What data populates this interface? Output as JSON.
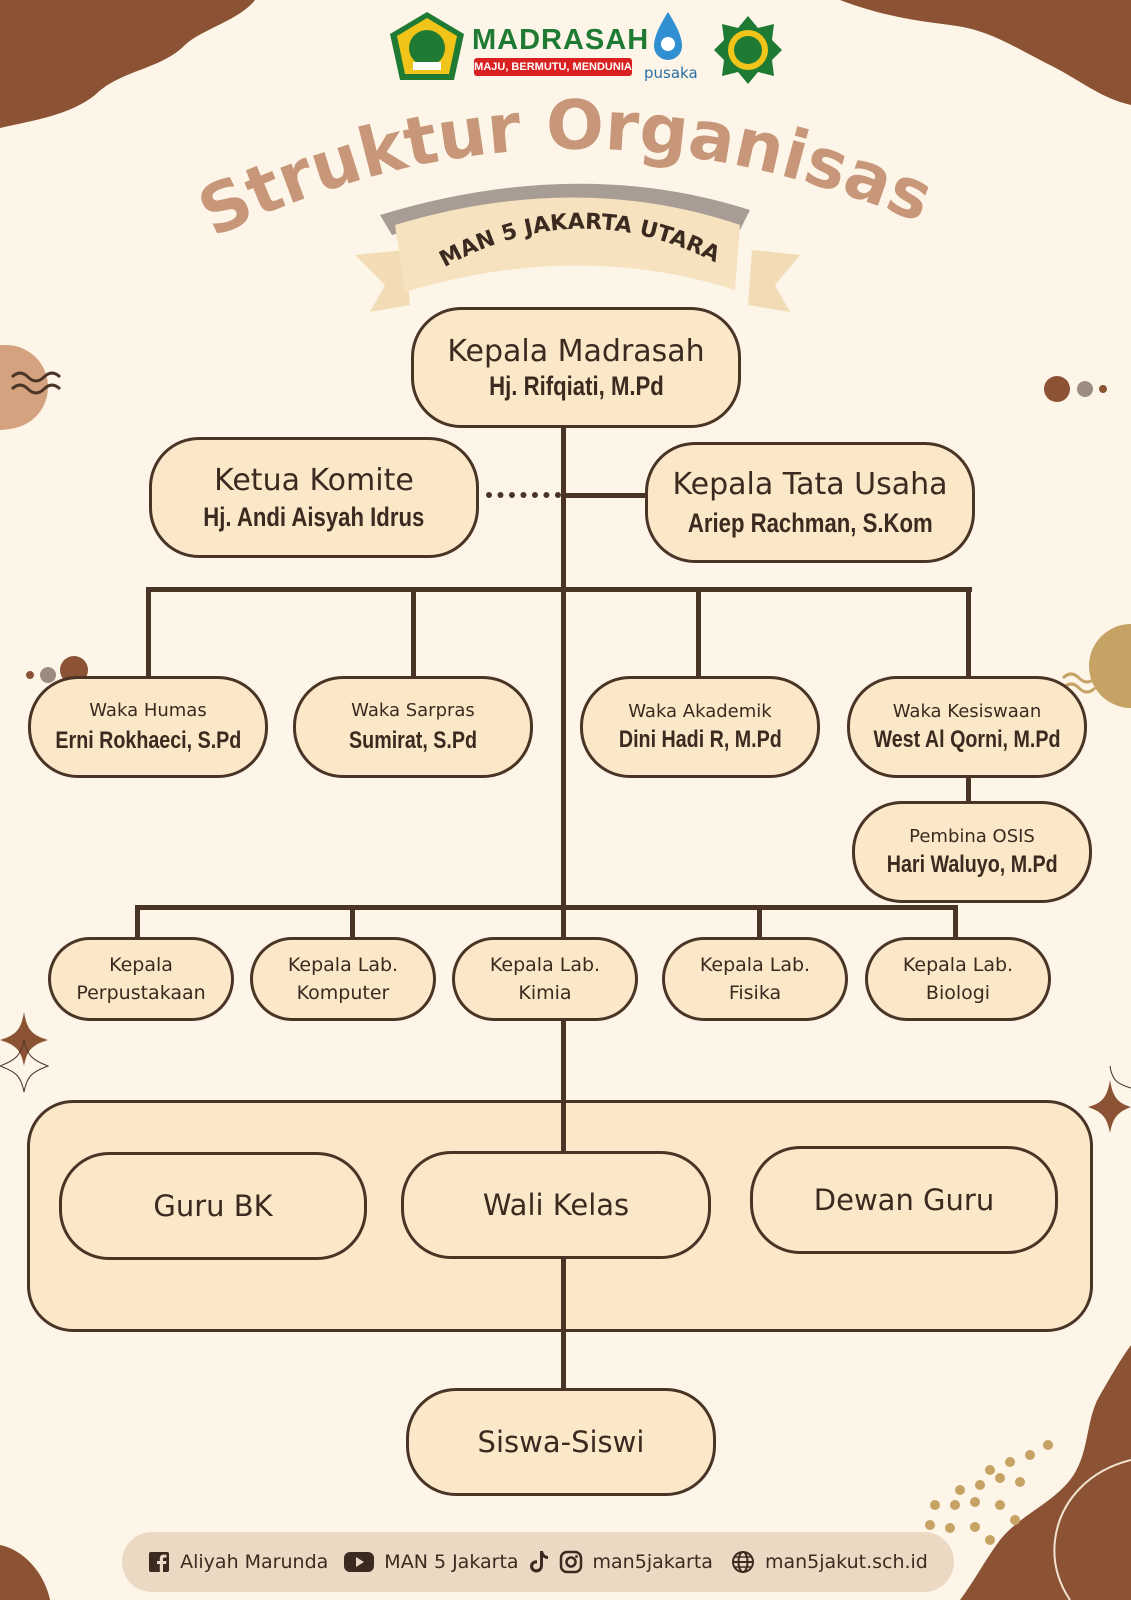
{
  "header": {
    "logo_madrasah_title": "MADRASAH",
    "logo_madrasah_tagline": "MAJU, BERMUTU, MENDUNIA",
    "logo_pusaka": "pusaka",
    "title": "Struktur Organisasi",
    "subtitle": "MAN 5 JAKARTA UTARA"
  },
  "colors": {
    "background": "#fdf5e8",
    "box_fill": "#fbe8c8",
    "outline": "#4a3426",
    "accent_brown": "#8b5234",
    "title": "#c8977a"
  },
  "top": {
    "head": {
      "role": "Kepala Madrasah",
      "name": "Hj. Rifqiati, M.Pd"
    },
    "committee": {
      "role": "Ketua Komite",
      "name": "Hj. Andi Aisyah Idrus"
    },
    "admin": {
      "role": "Kepala Tata Usaha",
      "name": "Ariep Rachman, S.Kom"
    }
  },
  "deputies": [
    {
      "role": "Waka Humas",
      "name": "Erni Rokhaeci, S.Pd"
    },
    {
      "role": "Waka Sarpras",
      "name": "Sumirat, S.Pd"
    },
    {
      "role": "Waka Akademik",
      "name": "Dini Hadi R, M.Pd"
    },
    {
      "role": "Waka Kesiswaan",
      "name": "West Al Qorni, M.Pd"
    }
  ],
  "osis": {
    "role": "Pembina OSIS",
    "name": "Hari Waluyo, M.Pd"
  },
  "labs": [
    {
      "line1": "Kepala",
      "line2": "Perpustakaan"
    },
    {
      "line1": "Kepala Lab.",
      "line2": "Komputer"
    },
    {
      "line1": "Kepala Lab.",
      "line2": "Kimia"
    },
    {
      "line1": "Kepala Lab.",
      "line2": "Fisika"
    },
    {
      "line1": "Kepala Lab.",
      "line2": "Biologi"
    }
  ],
  "teachers": [
    "Guru BK",
    "Wali Kelas",
    "Dewan Guru"
  ],
  "students": "Siswa-Siswi",
  "footer": {
    "facebook": "Aliyah Marunda",
    "youtube": "MAN 5 Jakarta",
    "instagram": "man5jakarta",
    "website": "man5jakut.sch.id"
  },
  "icons": [
    "emblem-icon",
    "pusaka-drop-icon",
    "man5-logo-icon",
    "facebook-icon",
    "youtube-icon",
    "tiktok-icon",
    "instagram-icon",
    "globe-icon",
    "sparkle-icon",
    "wave-icon"
  ]
}
